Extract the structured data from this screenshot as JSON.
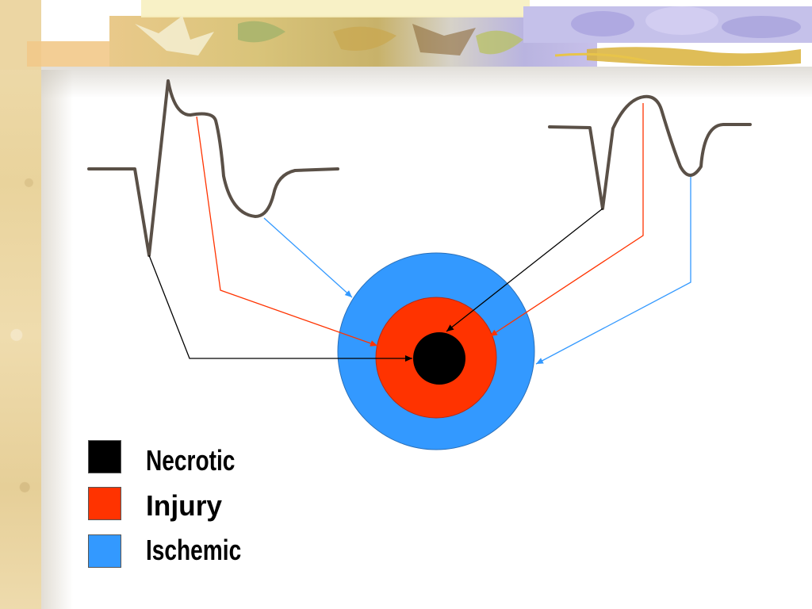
{
  "colors": {
    "necrotic": "#000000",
    "injury": "#ff3300",
    "ischemic": "#3399ff",
    "waveform": "#5a5047",
    "injury_line": "#ff3300",
    "ischemic_line": "#3399ff",
    "necrotic_line": "#000000"
  },
  "legend": [
    {
      "label": "Necrotic",
      "color": "#000000"
    },
    {
      "label": "Injury",
      "color": "#ff3300"
    },
    {
      "label": "Ischemic",
      "color": "#3399ff"
    }
  ],
  "decoration": {
    "top_banner": "leaf-collage-banner",
    "left_strip": "parchment-texture-strip"
  }
}
